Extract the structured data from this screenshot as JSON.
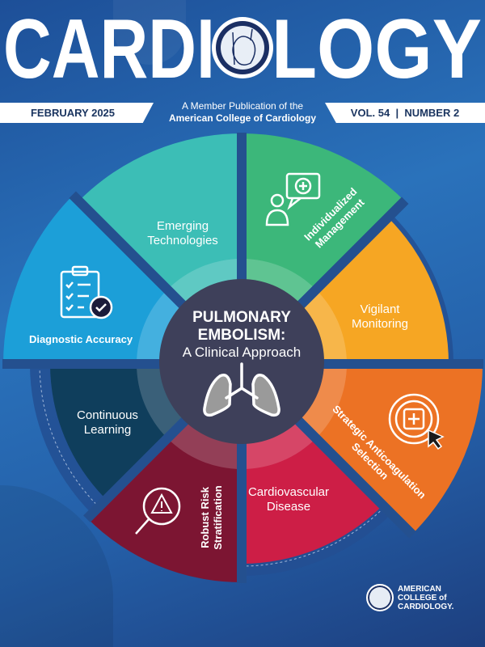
{
  "masthead": {
    "title_left": "CARDI",
    "title_right": "LOGY",
    "logo": "heart-seal"
  },
  "issue": {
    "date": "FEBRUARY 2025",
    "volume": "VOL. 54",
    "separator": "|",
    "number": "NUMBER 2"
  },
  "tagline": {
    "line1": "A Member Publication of the",
    "line2": "American College of Cardiology"
  },
  "center": {
    "title1": "PULMONARY",
    "title2": "EMBOLISM:",
    "subtitle": "A Clinical Approach",
    "icon": "lungs-icon"
  },
  "segments": [
    {
      "label1": "Emerging",
      "label2": "Technologies",
      "color": "#3cbeb6"
    },
    {
      "label1": "Individualized",
      "label2": "Management",
      "color": "#3cb77a",
      "icon": "consult-icon"
    },
    {
      "label1": "Vigilant",
      "label2": "Monitoring",
      "color": "#f6a623"
    },
    {
      "label1": "Strategic Anticoagulation",
      "label2": "Selection",
      "color": "#ec7224",
      "icon": "cursor-plus-icon"
    },
    {
      "label1": "Cardiovascular",
      "label2": "Disease",
      "color": "#cd1e46"
    },
    {
      "label1": "Robust Risk",
      "label2": "Stratification",
      "color": "#7c1532",
      "icon": "warning-magnifier-icon"
    },
    {
      "label1": "Continuous",
      "label2": "Learning",
      "color": "#0f3e5c"
    },
    {
      "label1": "Diagnostic Accuracy",
      "color": "#1c9fd8",
      "icon": "clipboard-check-icon"
    }
  ],
  "footer_logo": {
    "line1": "AMERICAN",
    "line2": "COLLEGE of",
    "line3": "CARDIOLOGY."
  }
}
